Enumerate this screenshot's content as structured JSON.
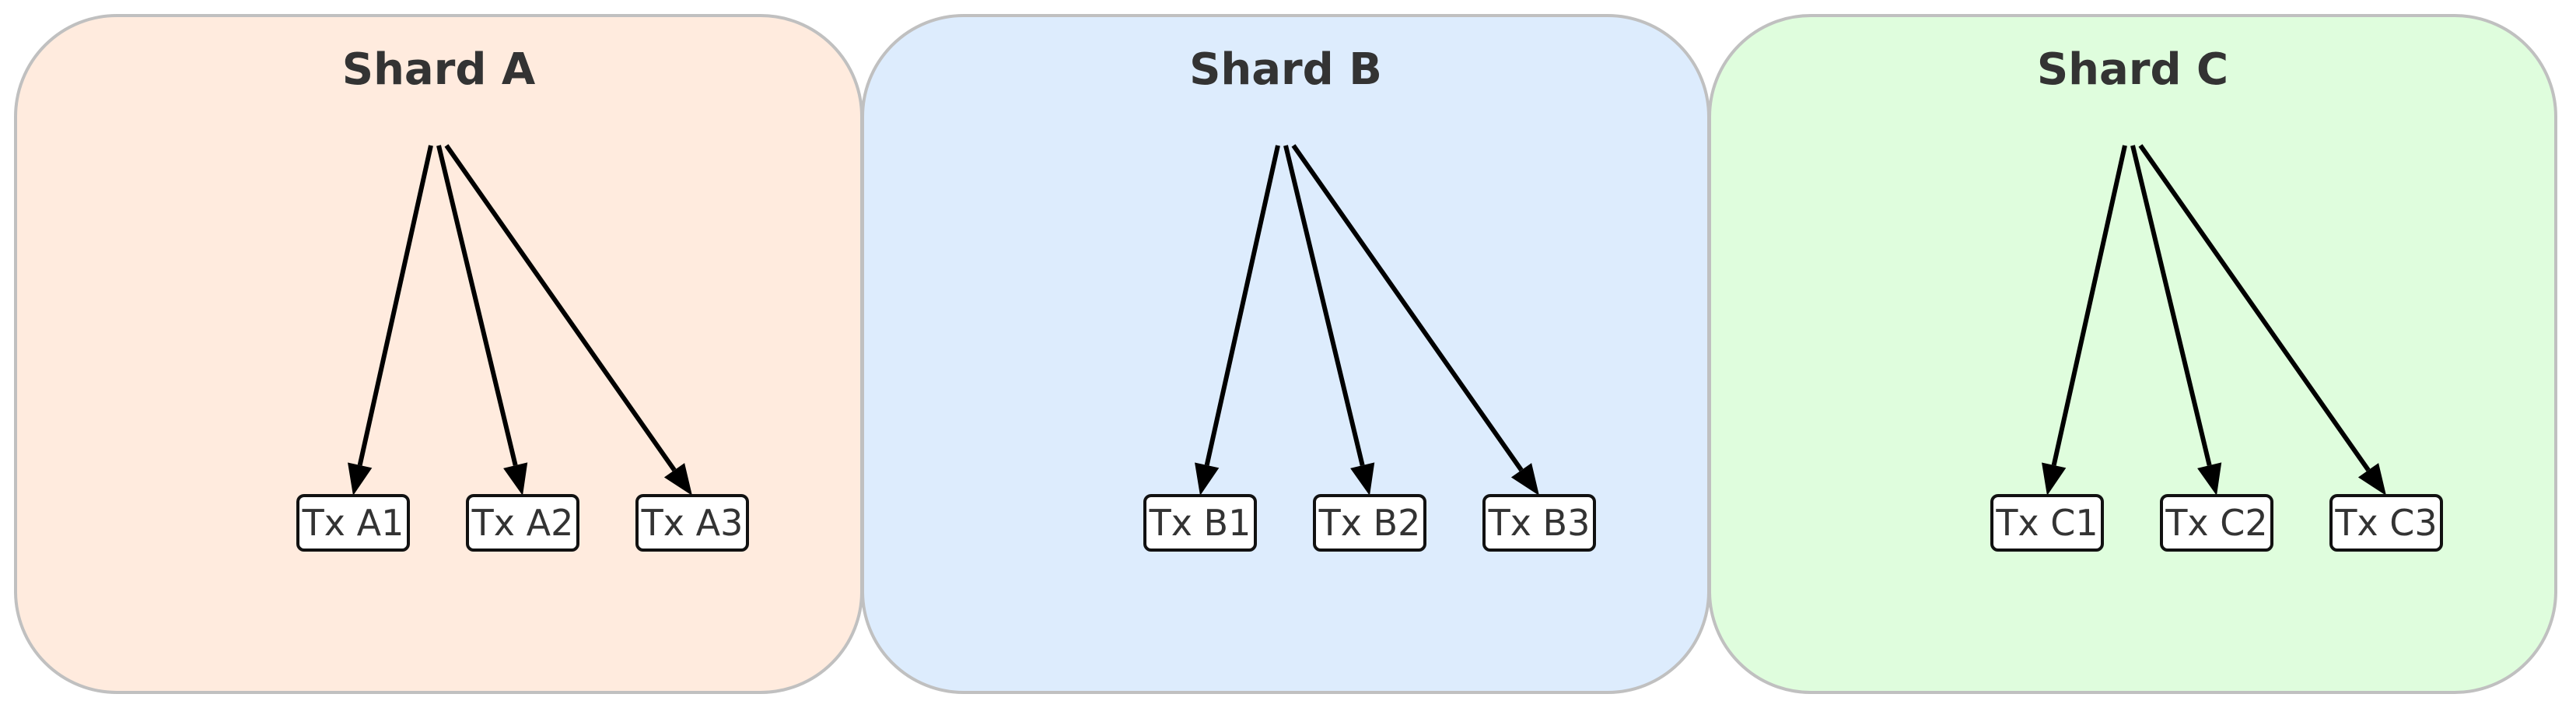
{
  "shards": [
    {
      "title": "Shard A",
      "color": "#FFEBDE",
      "transactions": [
        "Tx A1",
        "Tx A2",
        "Tx A3"
      ]
    },
    {
      "title": "Shard B",
      "color": "#DDECFD",
      "transactions": [
        "Tx B1",
        "Tx B2",
        "Tx B3"
      ]
    },
    {
      "title": "Shard C",
      "color": "#DFFDDD",
      "transactions": [
        "Tx C1",
        "Tx C2",
        "Tx C3"
      ]
    }
  ],
  "colors": {
    "panel_border": "#C0C0C0",
    "arrow": "#000000",
    "text": "#333333",
    "box_border": "#111111",
    "box_fill": "#FFFFFF"
  }
}
